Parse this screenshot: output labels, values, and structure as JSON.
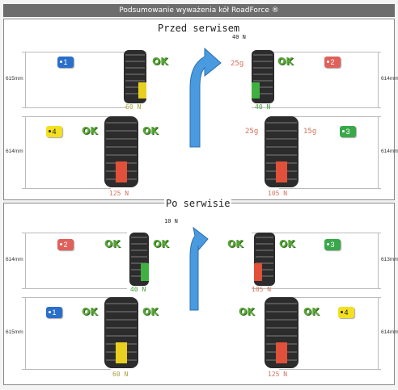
{
  "title": "Podsumowanie wyważenia kół RoadForce ®",
  "colors": {
    "blue_tag": "#2a6fc9",
    "red_tag": "#e0605a",
    "green_tag": "#3aa84a",
    "yellow_tag": "#f3e020",
    "ok_green": "#5aa63a",
    "arrow_blue": "#4a9ae0",
    "force_green": "#4aa040",
    "force_olive": "#a8a040",
    "force_red": "#d6705a"
  },
  "before": {
    "heading": "Przed serwisem",
    "arrow_force": "40 N",
    "wheels": [
      {
        "tag": "1",
        "tag_color": "blue",
        "measure": "615mm",
        "ok": "OK",
        "force": "60 N",
        "force_color": "olive",
        "spring": "yellow",
        "weight": ""
      },
      {
        "tag": "2",
        "tag_color": "red",
        "measure": "614mm",
        "ok": "OK",
        "force": "40 N",
        "force_color": "green",
        "spring": "green",
        "weight": "25g"
      },
      {
        "tag": "4",
        "tag_color": "yellow",
        "measure": "614mm",
        "ok": "OK",
        "ok2": "OK",
        "force": "125 N",
        "force_color": "red",
        "spring": "red",
        "weight": ""
      },
      {
        "tag": "3",
        "tag_color": "green",
        "measure": "614mm",
        "ok": "",
        "force": "105 N",
        "force_color": "red",
        "spring": "red",
        "weight": "25g",
        "weight2": "15g"
      }
    ]
  },
  "after": {
    "heading": "Po serwisie",
    "arrow_force": "10 N",
    "wheels": [
      {
        "tag": "2",
        "tag_color": "red",
        "measure": "614mm",
        "ok": "OK",
        "ok2": "OK",
        "force": "40 N",
        "force_color": "green",
        "spring": "green"
      },
      {
        "tag": "3",
        "tag_color": "green",
        "measure": "613mm",
        "ok": "OK",
        "ok2": "OK",
        "force": "105 N",
        "force_color": "red",
        "spring": "red"
      },
      {
        "tag": "1",
        "tag_color": "blue",
        "measure": "615mm",
        "ok": "OK",
        "ok2": "OK",
        "force": "60 N",
        "force_color": "olive",
        "spring": "yellow"
      },
      {
        "tag": "4",
        "tag_color": "yellow",
        "measure": "614mm",
        "ok": "OK",
        "ok2": "OK",
        "force": "125 N",
        "force_color": "red",
        "spring": "red"
      }
    ]
  }
}
